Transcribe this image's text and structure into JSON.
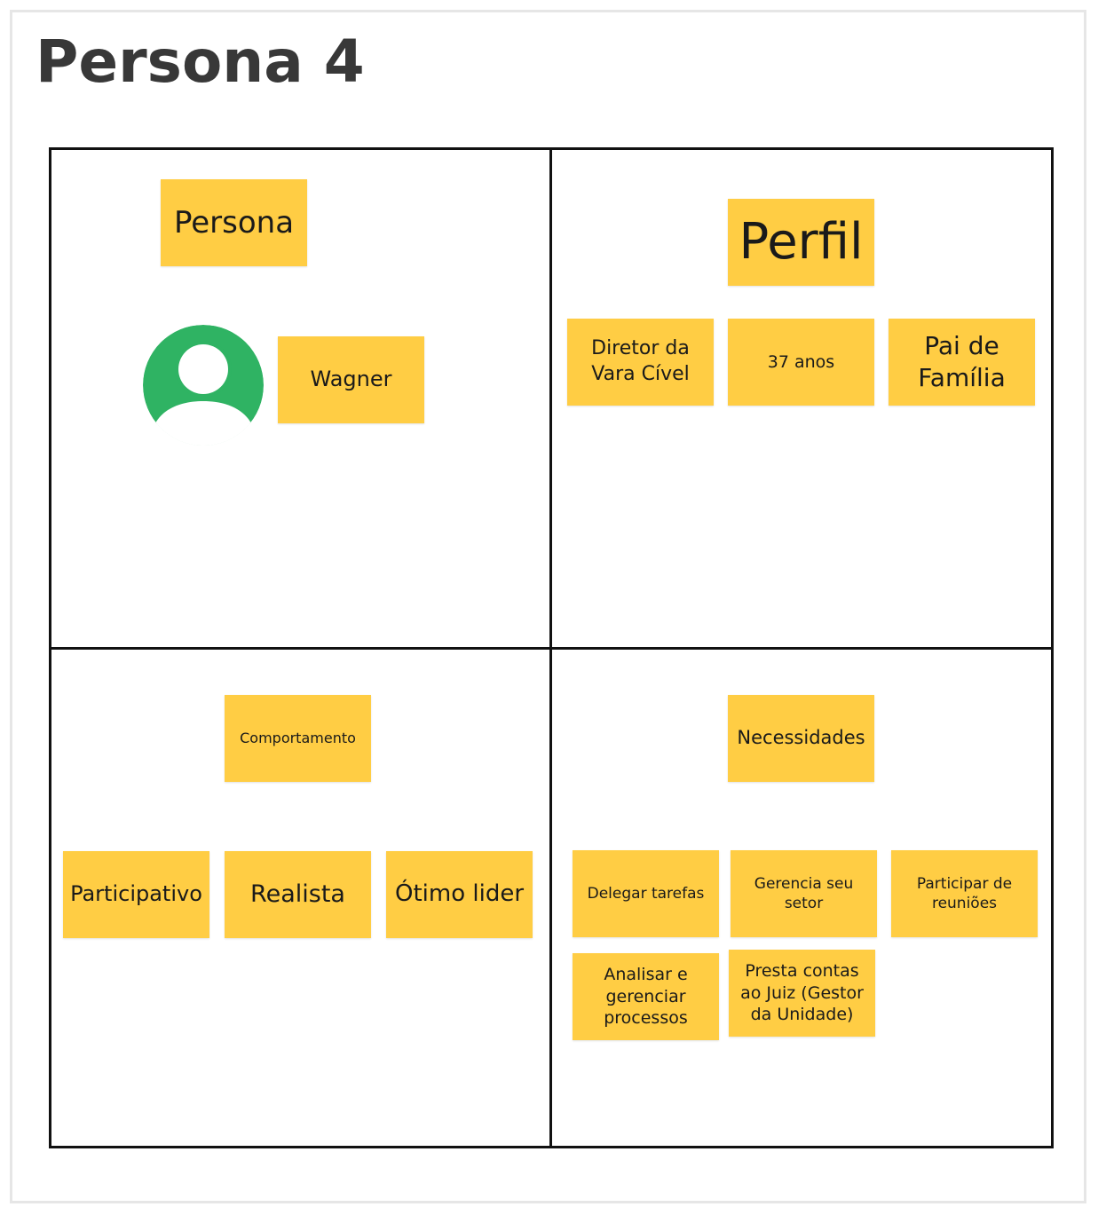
{
  "title": "Persona 4",
  "colors": {
    "sticky": "#ffcd44",
    "avatar": "#2fb363",
    "title": "#383838"
  },
  "quadrants": {
    "persona": {
      "header": "Persona",
      "name": "Wagner",
      "icon": "user-avatar-icon"
    },
    "perfil": {
      "header": "Perfil",
      "items": [
        "Diretor da Vara Cível",
        "37 anos",
        "Pai de Família"
      ]
    },
    "comportamento": {
      "header": "Comportamento",
      "items": [
        "Participativo",
        "Realista",
        "Ótimo lider"
      ]
    },
    "necessidades": {
      "header": "Necessidades",
      "items": [
        "Delegar tarefas",
        "Gerencia seu setor",
        "Participar de reuniões",
        "Analisar e gerenciar processos",
        "Presta contas ao Juiz (Gestor da Unidade)"
      ]
    }
  }
}
